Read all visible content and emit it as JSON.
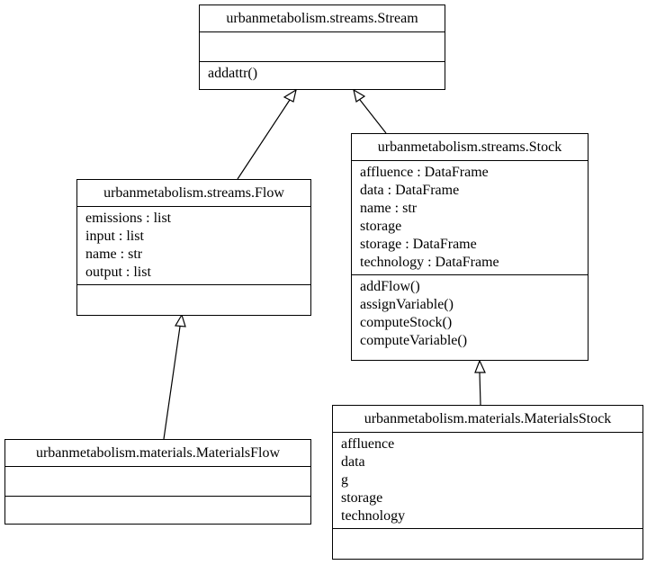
{
  "classes": {
    "stream": {
      "name": "urbanmetabolism.streams.Stream",
      "attributes": [],
      "methods": [
        "addattr()"
      ]
    },
    "flow": {
      "name": "urbanmetabolism.streams.Flow",
      "attributes": [
        "emissions : list",
        "input : list",
        "name : str",
        "output : list"
      ],
      "methods": []
    },
    "stock": {
      "name": "urbanmetabolism.streams.Stock",
      "attributes": [
        "affluence : DataFrame",
        "data : DataFrame",
        "name : str",
        "storage",
        "storage : DataFrame",
        "technology : DataFrame"
      ],
      "methods": [
        "addFlow()",
        "assignVariable()",
        "computeStock()",
        "computeVariable()"
      ]
    },
    "materials_flow": {
      "name": "urbanmetabolism.materials.MaterialsFlow",
      "attributes": [],
      "methods": []
    },
    "materials_stock": {
      "name": "urbanmetabolism.materials.MaterialsStock",
      "attributes": [
        "affluence",
        "data",
        "g",
        "storage",
        "technology"
      ],
      "methods": []
    }
  },
  "inheritance": [
    {
      "child": "flow",
      "parent": "stream"
    },
    {
      "child": "stock",
      "parent": "stream"
    },
    {
      "child": "materials_flow",
      "parent": "flow"
    },
    {
      "child": "materials_stock",
      "parent": "stock"
    }
  ]
}
